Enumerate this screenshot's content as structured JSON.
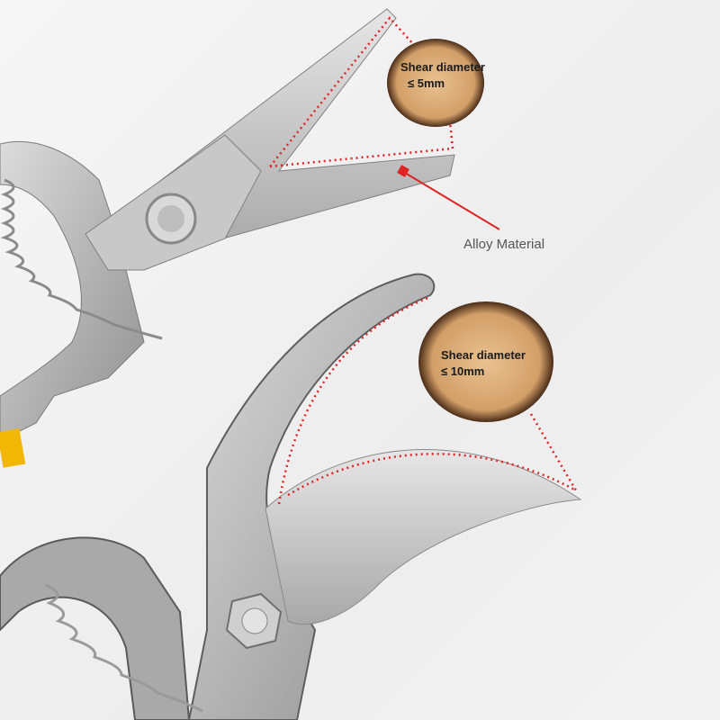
{
  "annotations": {
    "small_shear": {
      "title": "Shear diameter",
      "value": "≤ 5mm"
    },
    "large_shear": {
      "title": "Shear diameter",
      "value": "≤ 10mm"
    },
    "material_label": "Alloy Material"
  },
  "colors": {
    "background": "#f2f2f2",
    "steel": "#b9b9b9",
    "steel_dark": "#6e6e6e",
    "wood": "#d9a873",
    "bark": "#5b3a22",
    "accent_red": "#e02424",
    "handle_yellow": "#f2b705"
  }
}
